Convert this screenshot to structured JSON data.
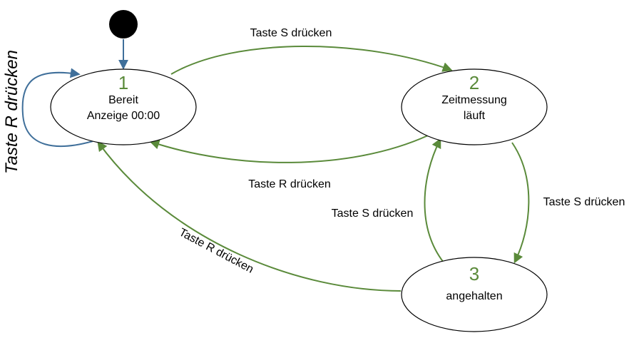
{
  "colors": {
    "transition": "#5a8a3a",
    "initial_arrow": "#3f6f9a",
    "state_number": "#5a8a3a",
    "stroke": "#000000",
    "text": "#000000"
  },
  "states": {
    "s1": {
      "number": "1",
      "line1": "Bereit",
      "line2": "Anzeige 00:00"
    },
    "s2": {
      "number": "2",
      "line1": "Zeitmessung",
      "line2": "läuft"
    },
    "s3": {
      "number": "3",
      "line1": "angehalten"
    }
  },
  "transitions": {
    "s1_to_s2": "Taste S drücken",
    "s2_to_s1": "Taste R drücken",
    "s2_to_s3": "Taste S drücken",
    "s3_to_s2": "Taste S drücken",
    "s3_to_s1": "Taste R drücken",
    "s1_self": "Taste R drücken"
  }
}
